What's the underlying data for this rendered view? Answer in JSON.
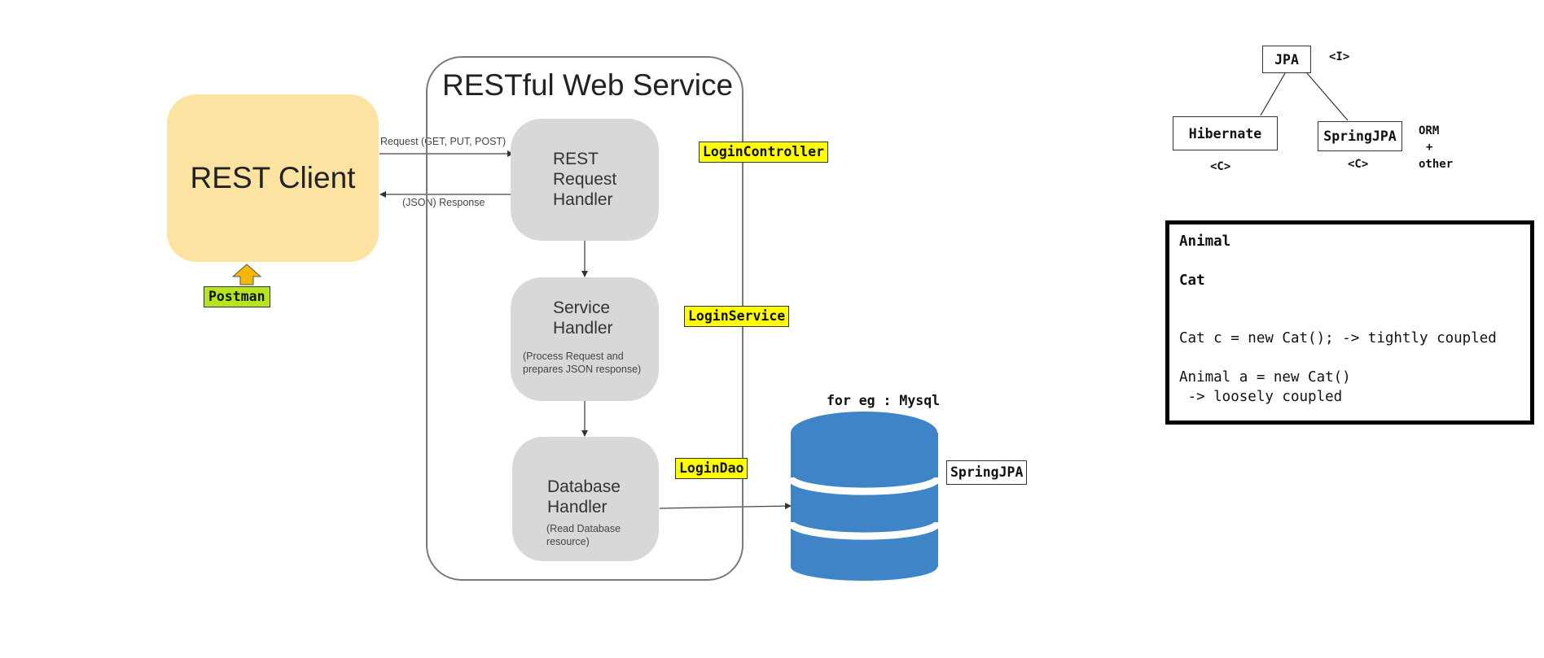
{
  "rest_client": {
    "label": "REST Client"
  },
  "postman": {
    "label": "Postman"
  },
  "arrows": {
    "request": "Request (GET, PUT, POST)",
    "response": "(JSON) Response"
  },
  "web_service": {
    "title": "RESTful Web Service",
    "rest_handler": {
      "line1": "REST",
      "line2": "Request",
      "line3": "Handler"
    },
    "service_handler": {
      "line1": "Service",
      "line2": "Handler",
      "note1": "(Process Request and",
      "note2": "prepares JSON response)"
    },
    "database_handler": {
      "line1": "Database",
      "line2": "Handler",
      "note1": "(Read Database",
      "note2": "resource)"
    }
  },
  "tags": {
    "login_controller": "LoginController",
    "login_service": "LoginService",
    "login_dao": "LoginDao",
    "spring_jpa": "SpringJPA"
  },
  "database": {
    "caption": "for eg : Mysql"
  },
  "uml": {
    "jpa": "JPA",
    "jpa_stereotype": "<I>",
    "hibernate": "Hibernate",
    "hibernate_stereotype": "<C>",
    "springjpa": "SpringJPA",
    "springjpa_stereotype": "<C>",
    "orm_line1": "ORM",
    "orm_line2": "+",
    "orm_line3": "other"
  },
  "note": {
    "line1": "Animal",
    "line2": "Cat",
    "line3": "Cat c = new Cat(); -> tightly coupled",
    "line4": "Animal a = new Cat()",
    "line5": " -> loosely coupled"
  },
  "colors": {
    "client_bg": "#fde3a1",
    "handler_bg": "#d8d8d8",
    "db_blue": "#3f84c6",
    "tag_yellow": "#ffff00",
    "tag_green": "#b5e61d",
    "postman_arrow": "#f5b800"
  },
  "icons": {
    "database": "database-cylinder-icon",
    "postman_arrow": "up-arrow-icon"
  }
}
